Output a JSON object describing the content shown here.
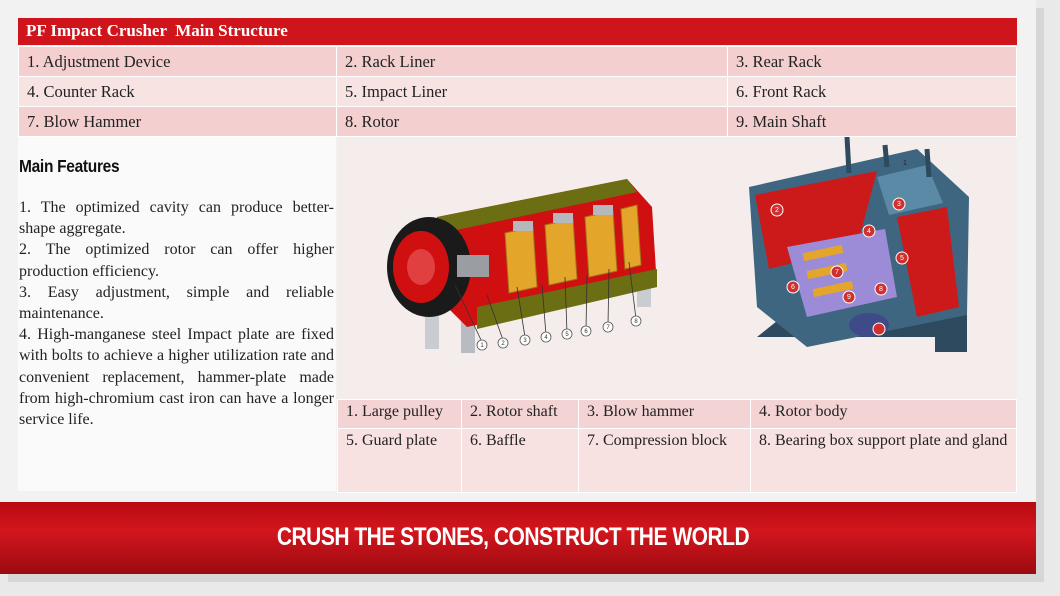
{
  "title": "PF Impact Crusher  Main Structure",
  "structure_parts": [
    [
      "1. Adjustment Device",
      "2. Rack Liner",
      "3. Rear Rack"
    ],
    [
      "4. Counter Rack",
      "5. Impact Liner",
      "6. Front Rack"
    ],
    [
      "7. Blow Hammer",
      "8. Rotor",
      "9. Main Shaft"
    ]
  ],
  "features": {
    "heading": "Main Features",
    "items": [
      "1. The optimized cavity can produce better-shape aggregate.",
      "2. The optimized rotor can offer higher production efficiency.",
      "3. Easy adjustment, simple and reliable maintenance.",
      "4. High-manganese steel Impact plate are fixed with bolts to achieve a higher utilization rate and convenient replacement, hammer-plate made from high-chromium cast iron  can have a longer service life."
    ]
  },
  "figure_labels": {
    "rotor_callouts": [
      "1",
      "2",
      "3",
      "4",
      "5",
      "6",
      "7",
      "8"
    ],
    "crusher_callouts": [
      "1",
      "2",
      "3",
      "4",
      "5",
      "6",
      "7",
      "8",
      "9"
    ]
  },
  "rotor_parts": [
    [
      "1. Large pulley",
      "2. Rotor shaft",
      "3. Blow hammer",
      "4. Rotor body"
    ],
    [
      "5. Guard plate",
      "6. Baffle",
      "7. Compression block",
      "8. Bearing box support plate and gland"
    ]
  ],
  "banner": "CRUSH THE STONES, CONSTRUCT THE WORLD",
  "colors": {
    "accent": "#d0141b",
    "row_dark": "#f3cfd0",
    "row_light": "#f8e3e3"
  }
}
